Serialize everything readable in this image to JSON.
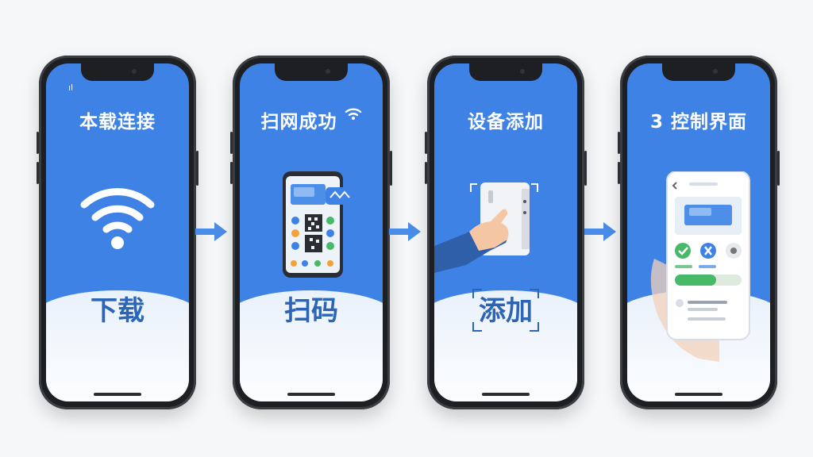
{
  "colors": {
    "screen_blue": "#3f82e6",
    "label_blue": "#2c64b6",
    "arrow_blue": "#4a8de8",
    "phone_frame": "#1d1f22"
  },
  "steps": [
    {
      "title": "本载连接",
      "label": "下载",
      "status_text": "ıl",
      "icon": "wifi-icon"
    },
    {
      "title": "扫网成功",
      "label": "扫码",
      "icon": "phone-qr-icon"
    },
    {
      "title": "设备添加",
      "label": "添加",
      "icon": "device-touch-icon"
    },
    {
      "title": "3 控制界面",
      "label": "",
      "icon": "control-ui-icon"
    }
  ],
  "arrows": [
    "arrow-right-icon",
    "arrow-right-icon",
    "arrow-right-icon"
  ]
}
